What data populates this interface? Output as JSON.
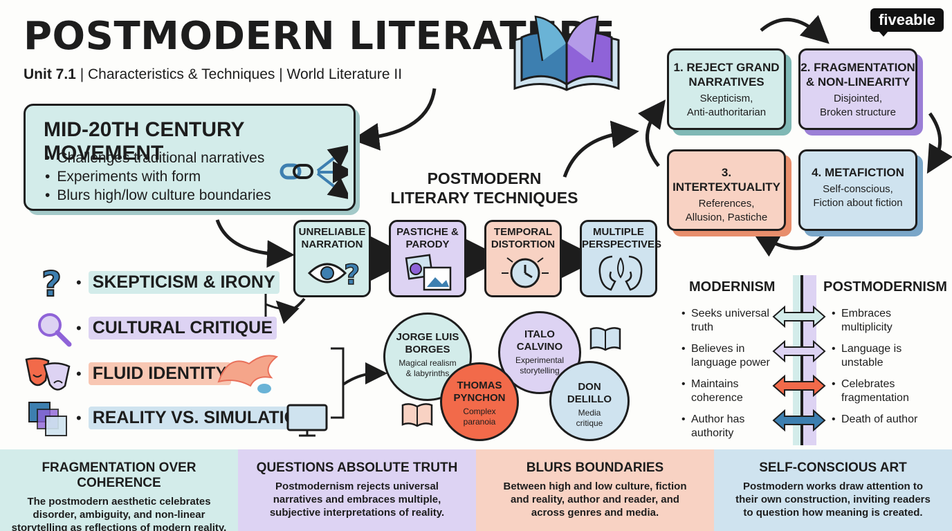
{
  "header": {
    "title": "POSTMODERN LITERATURE",
    "subtitle_unit": "Unit 7.1",
    "subtitle_rest": "| Characteristics & Techniques | World Literature II"
  },
  "brand": {
    "logo": "fiveable"
  },
  "movement": {
    "title": "MID-20TH CENTURY MOVEMENT",
    "items": [
      "Challenges traditional narratives",
      "Experiments with form",
      "Blurs high/low culture boundaries"
    ]
  },
  "techniques": {
    "heading_line1": "POSTMODERN",
    "heading_line2": "LITERARY TECHNIQUES",
    "items": [
      {
        "line1": "UNRELIABLE",
        "line2": "NARRATION",
        "icon": "eye-question-icon",
        "color": "#d3ecea"
      },
      {
        "line1": "PASTICHE &",
        "line2": "PARODY",
        "icon": "collage-icon",
        "color": "#ddd3f3"
      },
      {
        "line1": "TEMPORAL",
        "line2": "DISTORTION",
        "icon": "clock-icon",
        "color": "#f8d2c3"
      },
      {
        "line1": "MULTIPLE",
        "line2": "PERSPECTIVES",
        "icon": "faces-icon",
        "color": "#cfe3ef"
      }
    ]
  },
  "characteristics": [
    {
      "label": "SKEPTICISM & IRONY",
      "icon": "question-mark-icon",
      "color": "#d3ecea"
    },
    {
      "label": "CULTURAL CRITIQUE",
      "icon": "magnifier-icon",
      "color": "#ddd3f3"
    },
    {
      "label": "FLUID IDENTITY",
      "icon": "theater-masks-icon",
      "color": "#f8c7b3"
    },
    {
      "label": "REALITY VS. SIMULATION",
      "icon": "layered-squares-icon",
      "color": "#cfe3ef"
    }
  ],
  "cycle": [
    {
      "title_line1": "1. REJECT GRAND",
      "title_line2": "NARRATIVES",
      "desc_line1": "Skepticism,",
      "desc_line2": "Anti-authoritarian",
      "color": "#d3ecea",
      "shadow": "#7fb8b5"
    },
    {
      "title_line1": "2. FRAGMENTATION",
      "title_line2": "& NON-LINEARITY",
      "desc_line1": "Disjointed,",
      "desc_line2": "Broken structure",
      "color": "#ddd3f3",
      "shadow": "#9b7fd6"
    },
    {
      "title_line1": "4. METAFICTION",
      "title_line2": "",
      "desc_line1": "Self-conscious,",
      "desc_line2": "Fiction about fiction",
      "color": "#cfe3ef",
      "shadow": "#7aa6c8"
    },
    {
      "title_line1": "3. INTERTEXTUALITY",
      "title_line2": "",
      "desc_line1": "References,",
      "desc_line2": "Allusion, Pastiche",
      "color": "#f8d2c3",
      "shadow": "#e88e6c"
    }
  ],
  "authors": [
    {
      "name_line1": "JORGE LUIS",
      "name_line2": "BORGES",
      "desc_line1": "Magical realism",
      "desc_line2": "& labyrinths",
      "color": "#d3ecea"
    },
    {
      "name_line1": "ITALO",
      "name_line2": "CALVINO",
      "desc_line1": "Experimental",
      "desc_line2": "storytelling",
      "color": "#ddd3f3"
    },
    {
      "name_line1": "THOMAS",
      "name_line2": "PYNCHON",
      "desc_line1": "Complex",
      "desc_line2": "paranoia",
      "color": "#f26a4a"
    },
    {
      "name_line1": "DON",
      "name_line2": "DELILLO",
      "desc_line1": "Media",
      "desc_line2": "critique",
      "color": "#cfe3ef"
    }
  ],
  "comparison": {
    "left_title": "MODERNISM",
    "right_title": "POSTMODERNISM",
    "left": [
      {
        "line1": "Seeks universal",
        "line2": "truth"
      },
      {
        "line1": "Believes in",
        "line2": "language power"
      },
      {
        "line1": "Maintains",
        "line2": "coherence"
      },
      {
        "line1": "Author has",
        "line2": "authority"
      }
    ],
    "right": [
      {
        "line1": "Embraces",
        "line2": "multiplicity"
      },
      {
        "line1": "Language is",
        "line2": "unstable"
      },
      {
        "line1": "Celebrates",
        "line2": "fragmentation"
      },
      {
        "line1": "Death of author",
        "line2": ""
      }
    ],
    "arrow_colors": [
      "#d3ecea",
      "#ddd3f3",
      "#f26a4a",
      "#3d7fb0"
    ]
  },
  "bottom": [
    {
      "title": "FRAGMENTATION OVER COHERENCE",
      "line1": "The postmodern aesthetic celebrates",
      "line2": "disorder, ambiguity, and non-linear",
      "line3": "storytelling as reflections of modern reality.",
      "color": "#d3ecea"
    },
    {
      "title": "QUESTIONS ABSOLUTE TRUTH",
      "line1": "Postmodernism rejects universal",
      "line2": "narratives and embraces multiple,",
      "line3": "subjective interpretations of reality.",
      "color": "#ddd3f3"
    },
    {
      "title": "BLURS BOUNDARIES",
      "line1": "Between high and low culture, fiction",
      "line2": "and reality, author and reader, and",
      "line3": "across genres and media.",
      "color": "#f8d2c3"
    },
    {
      "title": "SELF-CONSCIOUS ART",
      "line1": "Postmodern works draw attention to",
      "line2": "their own construction, inviting readers",
      "line3": "to question how meaning is created.",
      "color": "#cfe3ef"
    }
  ]
}
